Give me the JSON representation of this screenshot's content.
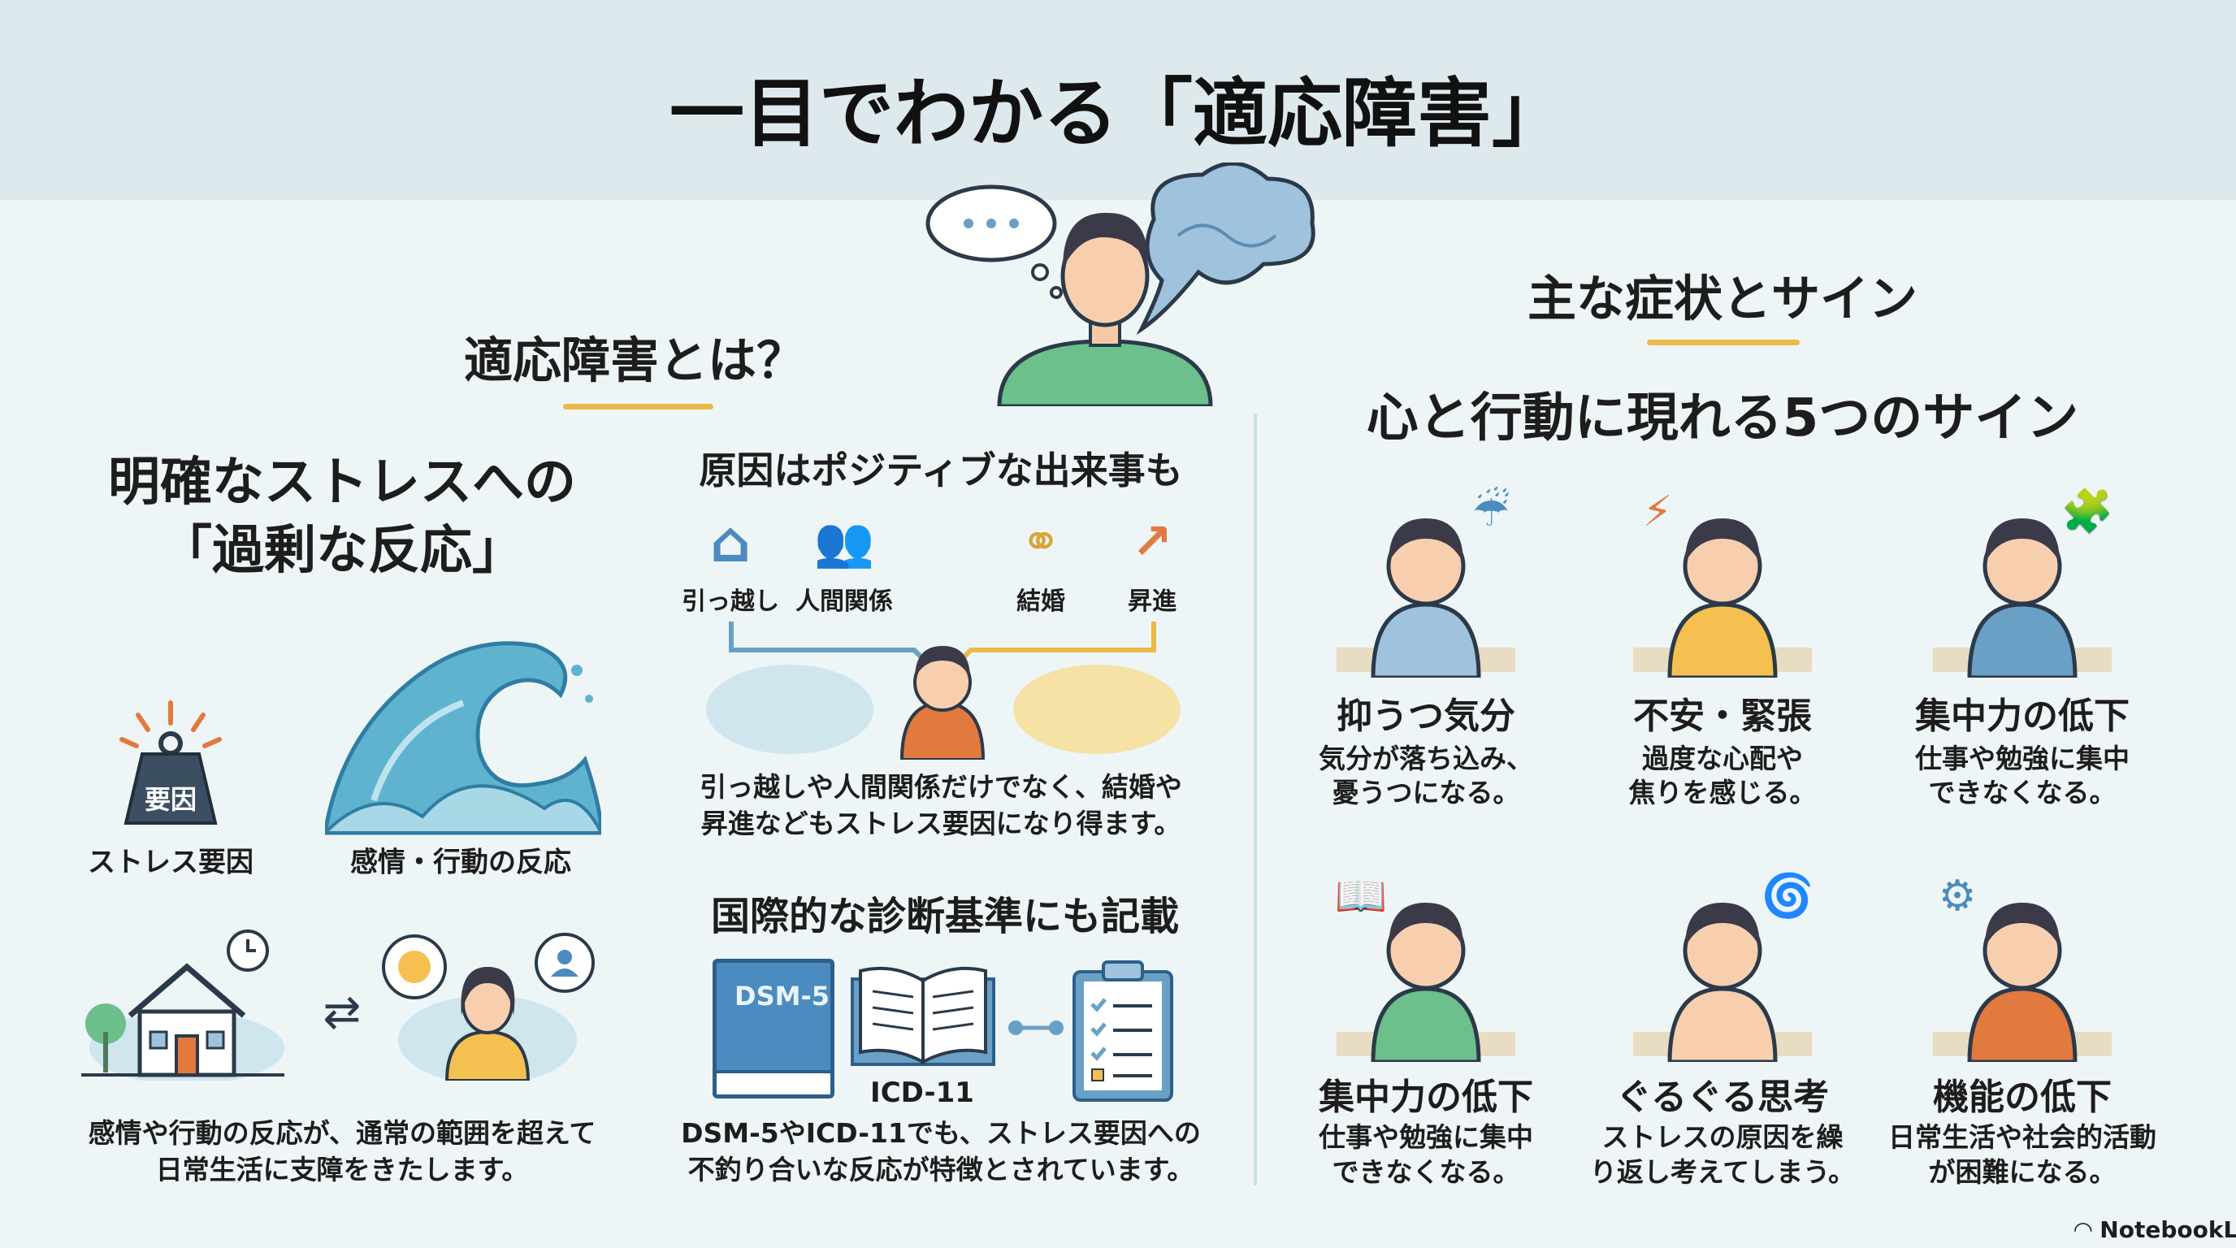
{
  "title": "一目でわかる「適応障害」",
  "left": {
    "heading": "適応障害とは？",
    "subheading_line1": "明確なストレスへの",
    "subheading_line2": "「過剰な反応」",
    "weight_label": "要因",
    "stressor_label": "ストレス要因",
    "reaction_label": "感情・行動の反応",
    "desc_line1": "感情や行動の反応が、通常の範囲を超えて",
    "desc_line2": "日常生活に支障をきたします。"
  },
  "middle": {
    "causes_heading": "原因はポジティブな出来事も",
    "causes": [
      "引っ越し",
      "人間関係",
      "結婚",
      "昇進"
    ],
    "causes_desc_line1": "引っ越しや人間関係だけでなく、結婚や",
    "causes_desc_line2": "昇進などもストレス要因になり得ます。",
    "criteria_heading": "国際的な診断基準にも記載",
    "book1_label": "DSM-5",
    "book2_label": "ICD-11",
    "criteria_desc_line1": "DSM-5やICD-11でも、ストレス要因への",
    "criteria_desc_line2": "不釣り合いな反応が特徴とされています。"
  },
  "right": {
    "heading": "主な症状とサイン",
    "subheading": "心と行動に現れる5つのサイン",
    "signs": [
      {
        "title": "抑うつ気分",
        "desc1": "気分が落ち込み、",
        "desc2": "憂うつになる。",
        "icon": "rain-cloud-sad-person-icon"
      },
      {
        "title": "不安・緊張",
        "desc1": "過度な心配や",
        "desc2": "焦りを感じる。",
        "icon": "anxious-person-icon"
      },
      {
        "title": "集中力の低下",
        "desc1": "仕事や勉強に集中",
        "desc2": "できなくなる。",
        "icon": "puzzle-study-icon"
      },
      {
        "title": "集中力の低下",
        "desc1": "仕事や勉強に集中",
        "desc2": "できなくなる。",
        "icon": "desk-worker-icon"
      },
      {
        "title": "ぐるぐる思考",
        "desc1": "ストレスの原因を繰",
        "desc2": "り返し考えてしまう。",
        "icon": "spiral-head-icon"
      },
      {
        "title": "機能の低下",
        "desc1": "日常生活や社会的活動",
        "desc2": "が困難になる。",
        "icon": "gear-calendar-icon"
      }
    ]
  },
  "footer": {
    "brand": "NotebookLM"
  },
  "colors": {
    "header_bg": "#dde9ed",
    "accent": "#e9b949",
    "blue": "#4b8bbf",
    "orange": "#e2793f"
  }
}
